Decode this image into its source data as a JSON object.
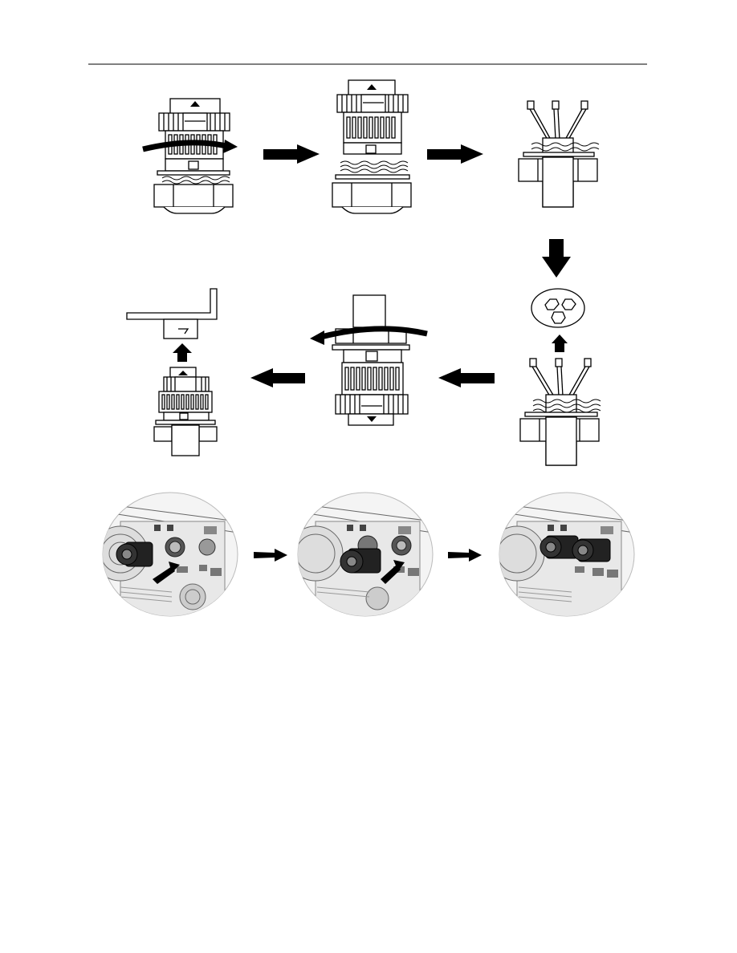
{
  "page": {
    "header_rule": true,
    "rows": [
      {
        "steps": [
          "connector-loosen",
          "connector-separated",
          "cable-wires-through-nut"
        ],
        "flow": "right"
      },
      {
        "steps": [
          "panel-bracket-mount",
          "connector-tighten",
          "wires-insert-insert"
        ],
        "flow": "left"
      },
      {
        "steps": [
          "inverter-port-open",
          "inverter-plug-first",
          "inverter-both-plugged"
        ],
        "flow": "right"
      }
    ],
    "icons": [
      "curved-arrow-right-icon",
      "curved-arrow-left-icon",
      "arrow-right-icon",
      "arrow-left-icon",
      "arrow-down-icon",
      "arrow-up-icon"
    ]
  }
}
